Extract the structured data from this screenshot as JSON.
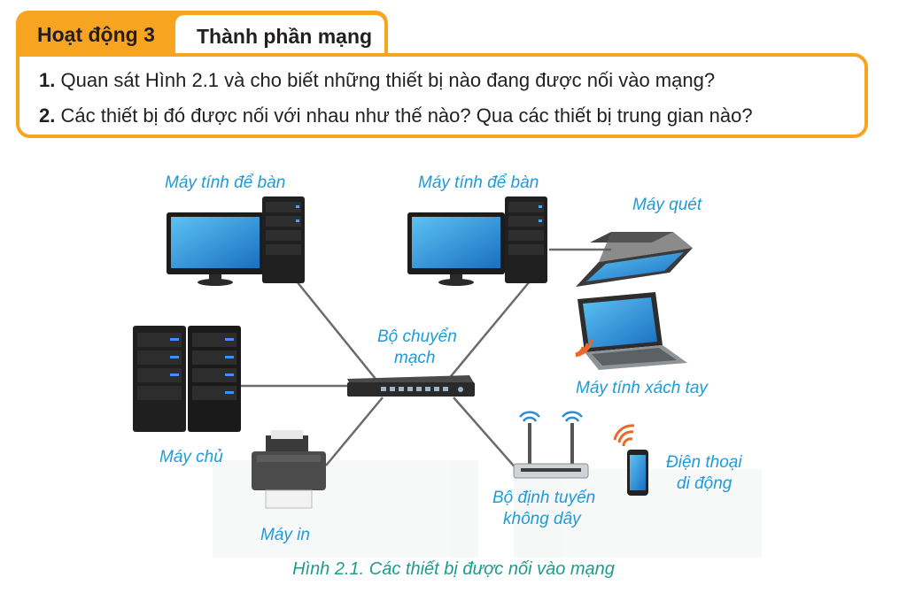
{
  "activity": {
    "label": "Hoạt động 3",
    "title": "Thành phần mạng"
  },
  "questions": [
    {
      "num": "1.",
      "text": "Quan sát Hình 2.1 và cho biết những thiết bị nào đang được nối vào mạng?"
    },
    {
      "num": "2.",
      "text": "Các thiết bị đó được nối với nhau như thế nào? Qua các thiết bị trung gian nào?"
    }
  ],
  "diagram": {
    "labels": {
      "desktop_left": "Máy tính để bàn",
      "desktop_right": "Máy tính để bàn",
      "scanner": "Máy quét",
      "switch_line1": "Bộ chuyển",
      "switch_line2": "mạch",
      "laptop": "Máy tính xách tay",
      "server": "Máy chủ",
      "printer": "Máy in",
      "router_line1": "Bộ định tuyến",
      "router_line2": "không dây",
      "phone_line1": "Điện thoại",
      "phone_line2": "di động"
    },
    "colors": {
      "accent": "#f7a521",
      "label": "#1f9bd7",
      "caption": "#1f9b8a",
      "cable": "#6b6b6b",
      "screen": "#2a8fd6"
    }
  },
  "caption": "Hình 2.1. Các thiết bị được nối vào mạng"
}
